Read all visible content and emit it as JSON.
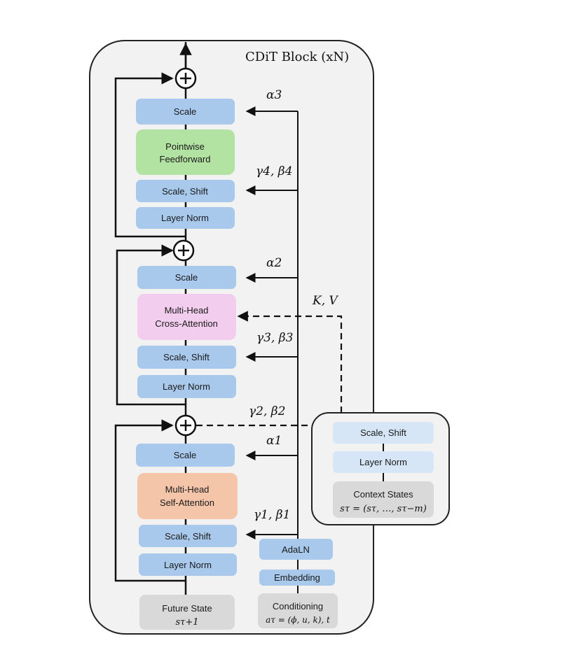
{
  "title": "CDiT Block (xN)",
  "colors": {
    "block_blue": "#a8c8ec",
    "feedforward_green": "#b3e3a3",
    "cross_attention_pink": "#f2cdee",
    "self_attention_orange": "#f5c5aa",
    "input_gray": "#d9d9d9",
    "context_blue": "#d6e6f7",
    "panel_bg": "#f2f2f2"
  },
  "main_column": {
    "top": {
      "scale": "Scale",
      "feedforward": [
        "Pointwise",
        "Feedforward"
      ],
      "scale_shift": "Scale, Shift",
      "layer_norm": "Layer Norm"
    },
    "mid": {
      "scale": "Scale",
      "cross_attention": [
        "Multi-Head",
        "Cross-Attention"
      ],
      "scale_shift": "Scale, Shift",
      "layer_norm": "Layer Norm"
    },
    "bottom": {
      "scale": "Scale",
      "self_attention": [
        "Multi-Head",
        "Self-Attention"
      ],
      "scale_shift": "Scale, Shift",
      "layer_norm": "Layer Norm"
    },
    "future_state": {
      "label": "Future State",
      "symbol": "sτ+1"
    }
  },
  "conditioning_column": {
    "adaln": "AdaLN",
    "embedding": "Embedding",
    "conditioning": {
      "label": "Conditioning",
      "symbol": "aτ = (ϕ, u, k), t"
    }
  },
  "context_panel": {
    "scale_shift": "Scale, Shift",
    "layer_norm": "Layer Norm",
    "context_states": {
      "label": "Context States",
      "symbol": "sτ = (sτ, …, sτ−m)"
    }
  },
  "symbols": {
    "alpha3": "α3",
    "gamma4_beta4": "γ4, β4",
    "alpha2": "α2",
    "kv": "K, V",
    "gamma3_beta3": "γ3, β3",
    "gamma2_beta2": "γ2, β2",
    "alpha1": "α1",
    "gamma1_beta1": "γ1, β1"
  },
  "plus_sign": "+"
}
